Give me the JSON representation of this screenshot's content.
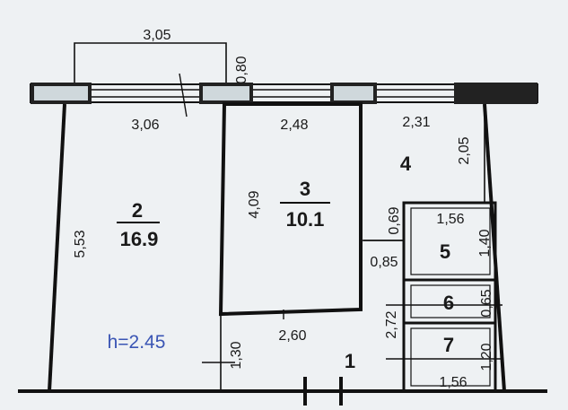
{
  "rooms": [
    {
      "number": "1"
    },
    {
      "number": "2",
      "area": "16.9"
    },
    {
      "number": "3",
      "area": "10.1"
    },
    {
      "number": "4"
    },
    {
      "number": "5"
    },
    {
      "number": "6"
    },
    {
      "number": "7"
    }
  ],
  "ceiling_height": "h=2.45",
  "dimensions": {
    "balcony_width": "3,05",
    "balcony_depth": "0,80",
    "room2_width": "3,06",
    "room2_length": "5,53",
    "room3_width": "2,48",
    "room3_length": "4,09",
    "room3_bottom": "2,60",
    "room4_width": "2,31",
    "room4_length": "2,05",
    "corridor_gap": "0,69",
    "room5_width": "1,56",
    "room5_length": "1,40",
    "room5_side": "0,85",
    "room6_length": "0,65",
    "hall_width": "2,72",
    "room7_length": "1,20",
    "room7_width": "1,56",
    "hall_depth": "1,30"
  }
}
